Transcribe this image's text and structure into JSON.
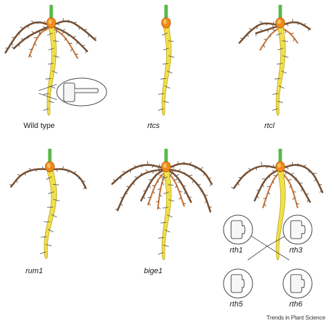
{
  "figure": {
    "panels": [
      {
        "id": "wild-type",
        "label": "Wild type",
        "italic": false
      },
      {
        "id": "rtcs",
        "label": "rtcs",
        "italic": true
      },
      {
        "id": "rtcl",
        "label": "rtcl",
        "italic": true
      },
      {
        "id": "rum1",
        "label": "rum1",
        "italic": true
      },
      {
        "id": "bige1",
        "label": "bige1",
        "italic": true
      },
      {
        "id": "rth",
        "label": "",
        "italic": true
      }
    ],
    "rth_insets": [
      {
        "id": "rth1",
        "label": "rth1"
      },
      {
        "id": "rth3",
        "label": "rth3"
      },
      {
        "id": "rth5",
        "label": "rth5"
      },
      {
        "id": "rth6",
        "label": "rth6"
      }
    ],
    "credit": "Trends in Plant Science",
    "colors": {
      "primary_root": "#f2e04a",
      "primary_root_outline": "#b8a21a",
      "seminal_root": "#d07838",
      "crown_root": "#7a5030",
      "shoot": "#58b848",
      "seed": "#f08a1a",
      "root_hair": "#555555"
    }
  }
}
